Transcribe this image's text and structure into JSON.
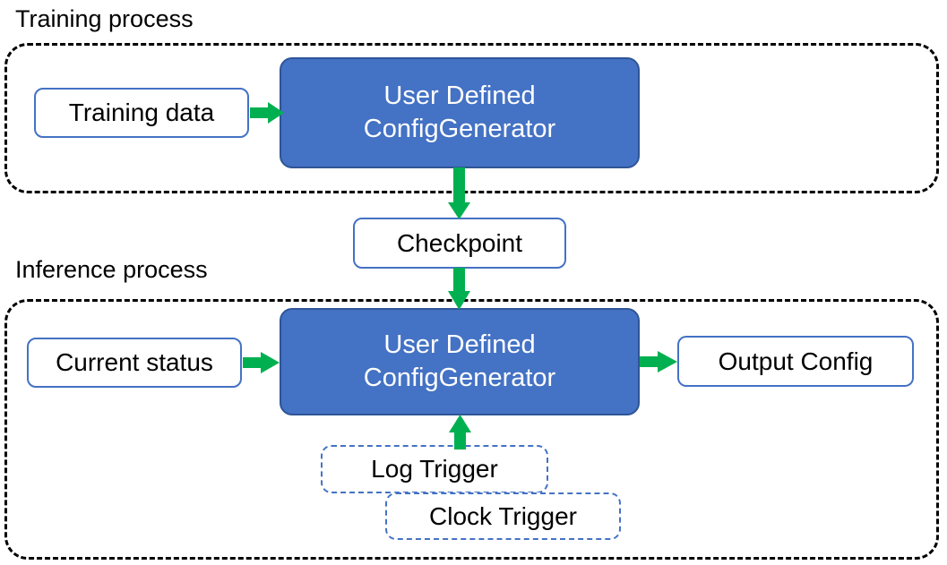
{
  "diagram": {
    "title_training": "Training process",
    "title_inference": "Inference process",
    "colors": {
      "process_fill": "#4472C4",
      "process_border": "#2F5597",
      "node_border": "#4472C4",
      "arrow": "#00B050",
      "container_border": "#000000",
      "text_dark": "#000000",
      "text_light": "#FFFFFF"
    }
  },
  "training": {
    "label": "Training process",
    "input_node": "Training data",
    "process_line1": "User Defined",
    "process_line2": "ConfigGenerator"
  },
  "checkpoint": {
    "label": "Checkpoint"
  },
  "inference": {
    "label": "Inference process",
    "input_node": "Current status",
    "process_line1": "User Defined",
    "process_line2": "ConfigGenerator",
    "output_node": "Output Config",
    "triggers": [
      {
        "label": "Log Trigger"
      },
      {
        "label": "Clock Trigger"
      }
    ]
  },
  "arrows": [
    {
      "name": "training-data-to-generator",
      "direction": "right"
    },
    {
      "name": "generator-to-checkpoint",
      "direction": "down"
    },
    {
      "name": "checkpoint-to-inference-generator",
      "direction": "down"
    },
    {
      "name": "current-status-to-generator",
      "direction": "right"
    },
    {
      "name": "generator-to-output-config",
      "direction": "right"
    },
    {
      "name": "log-trigger-to-generator",
      "direction": "up"
    }
  ]
}
